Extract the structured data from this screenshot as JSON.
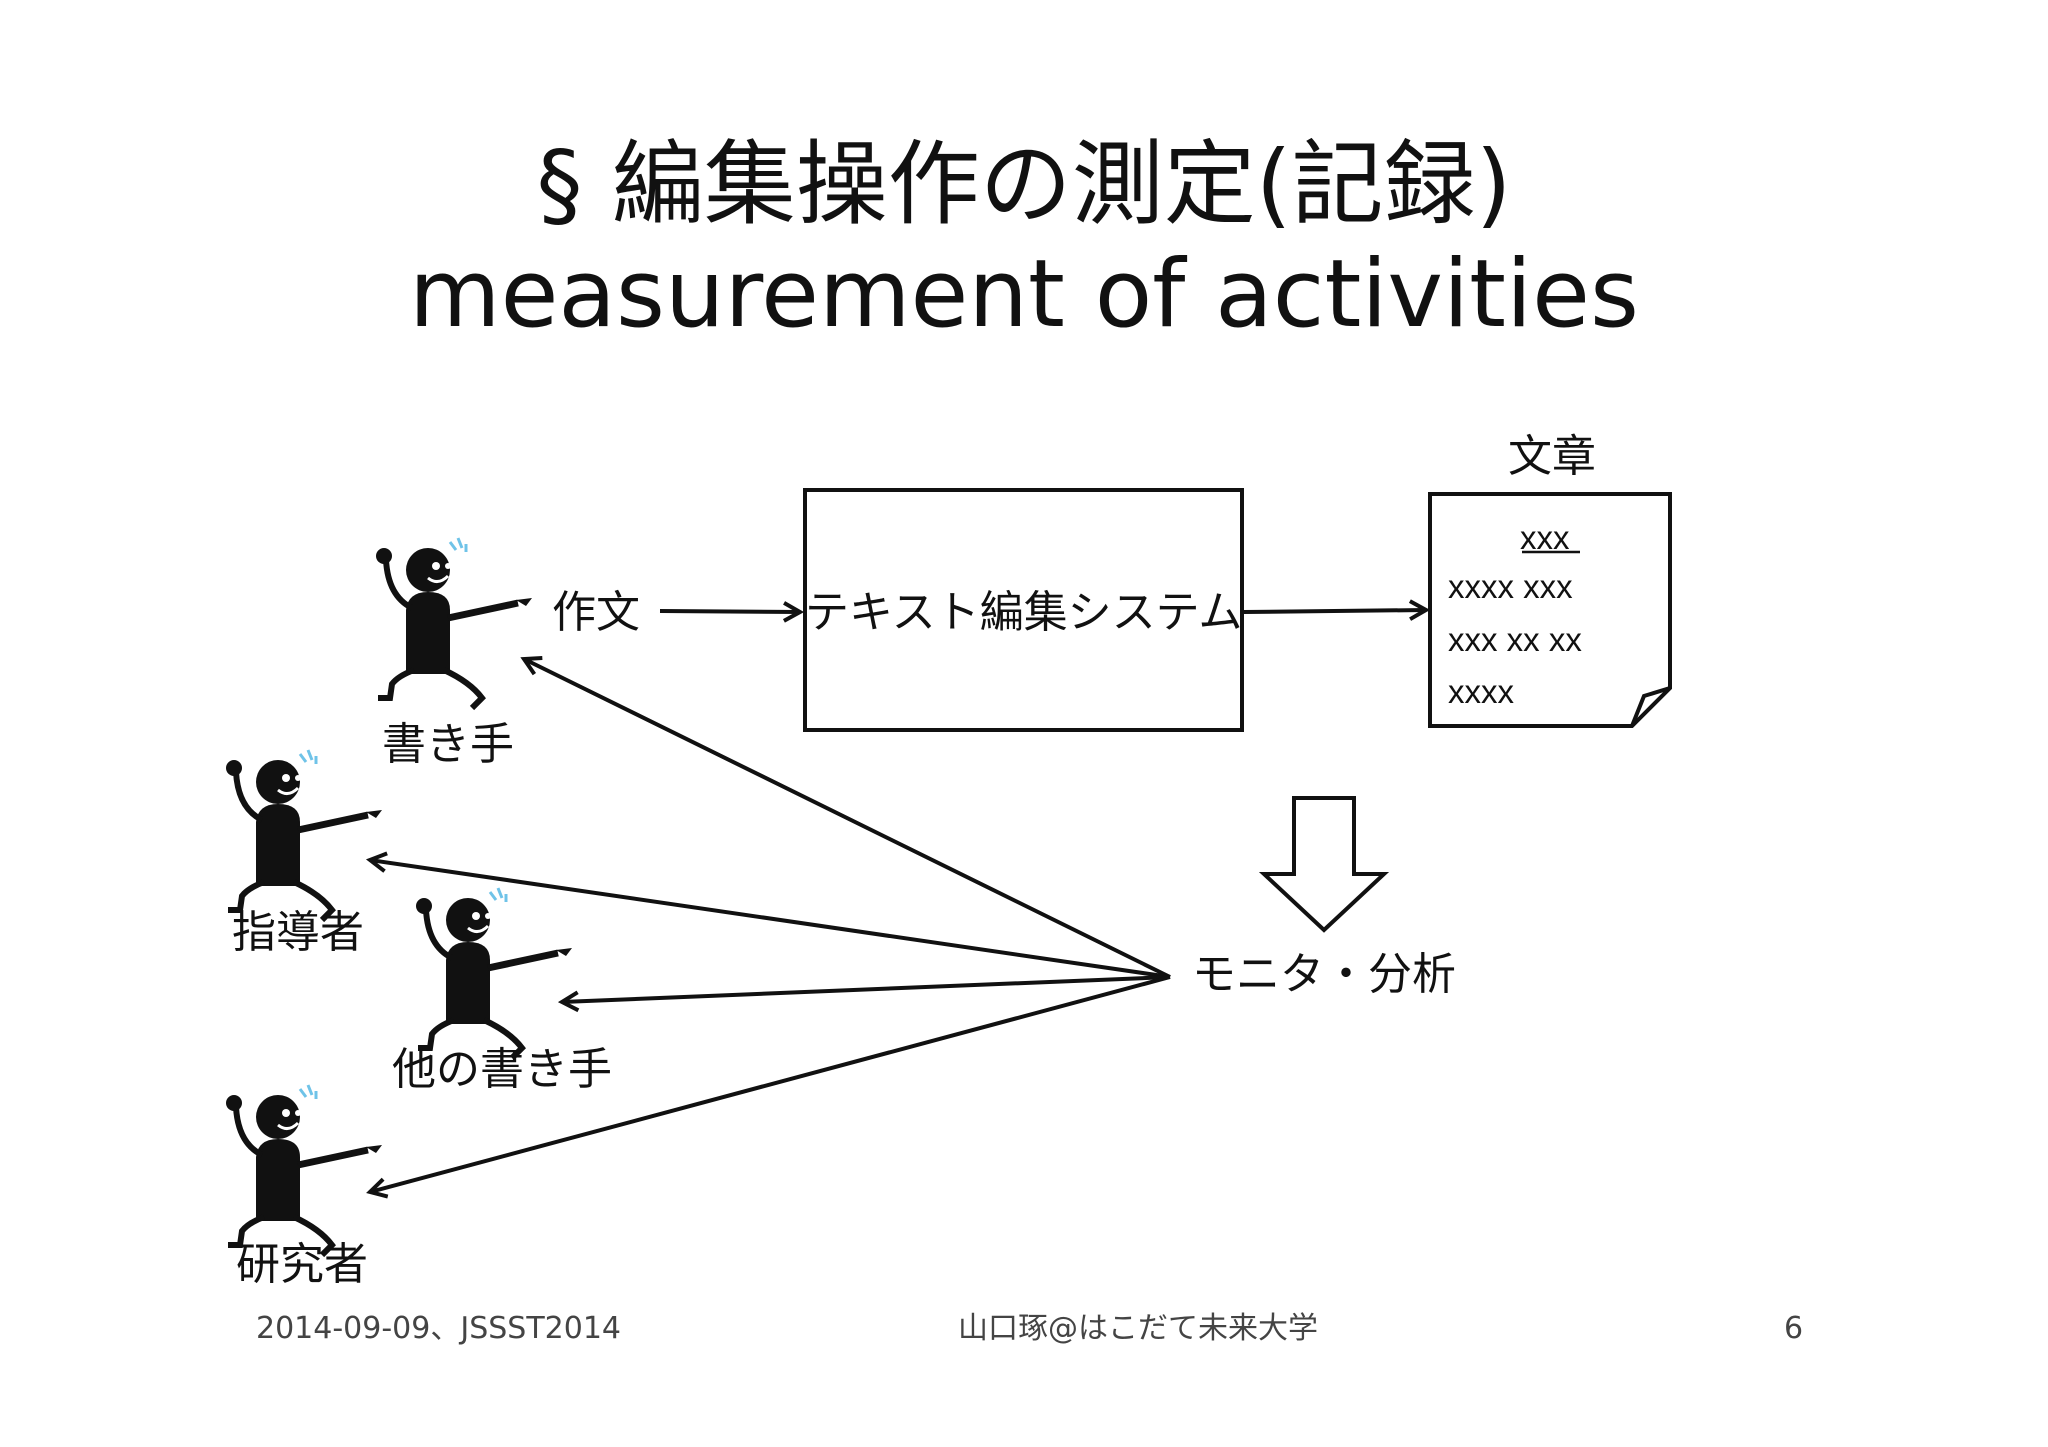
{
  "title": {
    "jp": "§ 編集操作の測定(記録)",
    "en": "measurement of activities"
  },
  "diagram": {
    "input_label": "作文",
    "system_label": "テキスト編集システム",
    "document_title": "文章",
    "document_lines": [
      "xxx",
      "xxxx xxx",
      "xxx xx xx",
      "xxxx"
    ],
    "monitor_label": "モニタ・分析",
    "actors": [
      {
        "label": "書き手"
      },
      {
        "label": "指導者"
      },
      {
        "label": "他の書き手"
      },
      {
        "label": "研究者"
      }
    ]
  },
  "footer": {
    "left": "2014-09-09、JSSST2014",
    "center": "山口琢@はこだて未来大学",
    "page_number": "6"
  }
}
